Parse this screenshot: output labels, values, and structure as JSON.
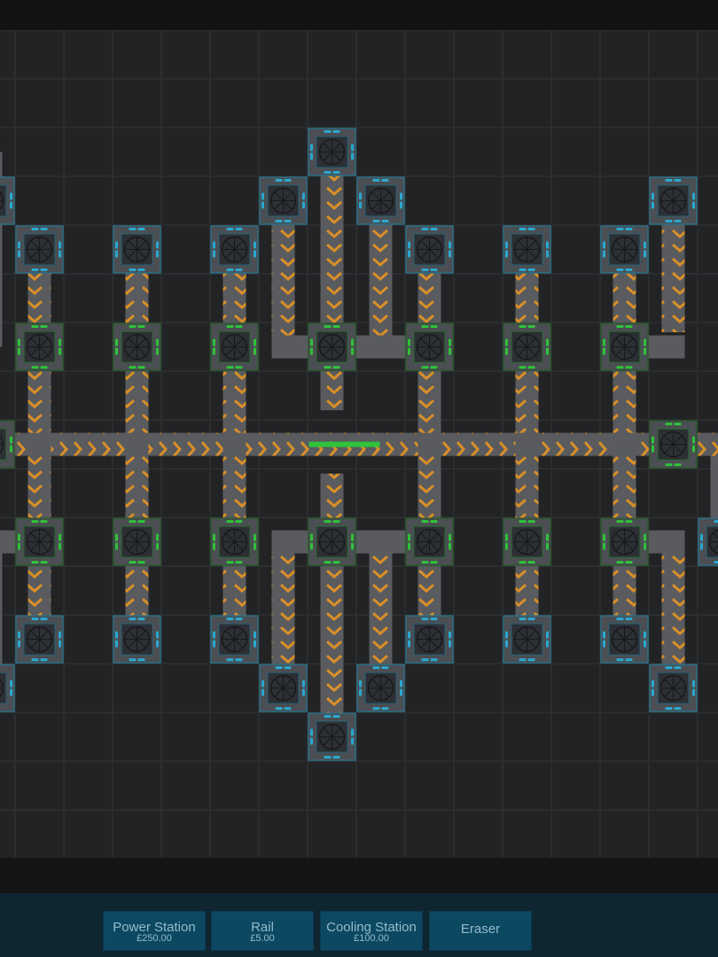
{
  "toolbar": {
    "tools": [
      {
        "label": "Power Station",
        "price": "£250.00"
      },
      {
        "label": "Rail",
        "price": "£5.00"
      },
      {
        "label": "Cooling Station",
        "price": "£100.00"
      },
      {
        "label": "Eraser",
        "price": ""
      }
    ]
  },
  "colors": {
    "rail_chevron": "#e0962a",
    "node_blue": "#2aa8d0",
    "node_green": "#2fc23a",
    "button_bg": "#0d4862"
  }
}
